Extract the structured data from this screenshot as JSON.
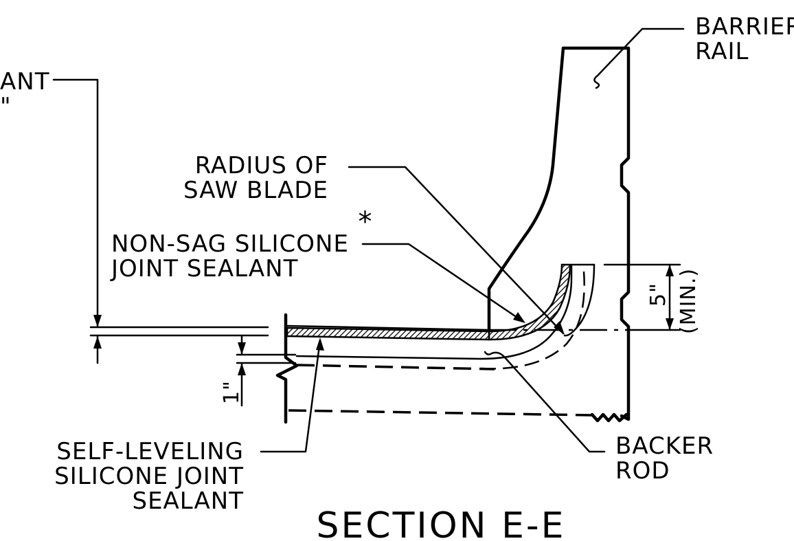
{
  "title": "SECTION E-E",
  "labels": {
    "barrier_rail": [
      "BARRIER",
      "RAIL"
    ],
    "top_left_partial": [
      "ANT",
      "\""
    ],
    "radius_of_saw_blade": [
      "RADIUS OF",
      "SAW BLADE"
    ],
    "asterisk": "*",
    "non_sag_sealant": [
      "NON-SAG SILICONE",
      "JOINT SEALANT"
    ],
    "self_leveling_sealant": [
      "SELF-LEVELING",
      "SILICONE JOINT",
      "SEALANT"
    ],
    "backer_rod": [
      "BACKER",
      "ROD"
    ]
  },
  "dimensions": {
    "one_inch": "1\"",
    "five_inch": "5\"",
    "five_inch_note": "(MIN.)"
  }
}
